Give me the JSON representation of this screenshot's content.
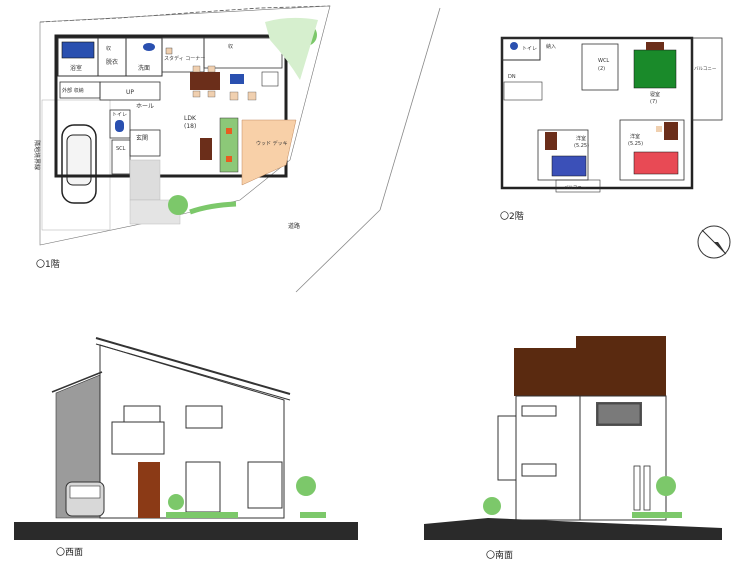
{
  "floor1": {
    "caption": "〇1階",
    "rooms": {
      "bath": "浴室",
      "dressing": "脱衣",
      "washroom": "洗面",
      "storage": "収",
      "pantry": "収",
      "study_corner": "スタディ コーナー",
      "ldk": "LDK",
      "ldk_size": "(18)",
      "stairs_up": "UP",
      "hall": "ホール",
      "toilet": "トイレ",
      "sic": "SCL",
      "entrance": "玄関",
      "terrace": "ウッド デッキ",
      "hallway": "外部 収納",
      "parking_side": "隣地境界線",
      "road": "道路"
    }
  },
  "floor2": {
    "caption": "〇2階",
    "rooms": {
      "toilet": "トイレ",
      "storage": "納入",
      "dn": "DN",
      "wcl": "WCL",
      "wcl_size": "(2)",
      "bedroom": "寝室",
      "bedroom_size": "(7)",
      "western1": "洋室",
      "western1_size": "(5.25)",
      "western2": "洋室",
      "western2_size": "(5.25)",
      "balcony1": "バルコニー",
      "balcony2": "バルコニー"
    }
  },
  "elevation_west": {
    "caption": "〇西面"
  },
  "elevation_south": {
    "caption": "〇南面"
  },
  "colors": {
    "bed_green": "#1a8a2a",
    "bed_blue": "#3b50b8",
    "bed_red": "#e84a55",
    "furniture_brown": "#6b2e1a",
    "roof_brown": "#5a2a10",
    "tree_green": "#7cc86a",
    "deck_orange": "#f8d0a8",
    "sofa_green": "#8cc878"
  }
}
